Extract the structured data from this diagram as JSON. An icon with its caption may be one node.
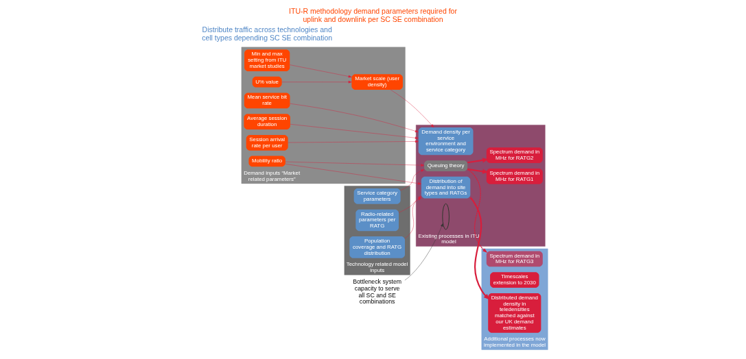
{
  "diagram": {
    "title": "ITU-R methodology demand parameters required for uplink and downlink per SC SE combination",
    "nodes": [
      {
        "text": [
          "Demand inputs “Market related parameters”"
        ]
      },
      {
        "text": [
          "Min and max setting from ITU market studies"
        ],
        "in": 0
      },
      {
        "text": [
          "Market scale (user density)"
        ],
        "in": 0
      },
      {
        "text": [
          "U% value"
        ],
        "in": 0
      },
      {
        "text": [
          "Session arrival rate per user"
        ],
        "in": 0
      },
      {
        "text": [
          "Mean service bit rate"
        ],
        "in": 0
      },
      {
        "text": [
          "Average session duration"
        ],
        "in": 0
      },
      {
        "text": [
          "Mobility ratio"
        ],
        "in": 0
      },
      {
        "text": [
          "Technology related model inputs"
        ]
      },
      {
        "text": [
          "Radio-related parameters per RATG"
        ],
        "in": 8
      },
      {
        "text": [
          "Population coverage and RATG distribution"
        ],
        "in": 8
      },
      {
        "text": [
          "Service category parameters"
        ],
        "in": 8
      },
      {
        "text": [
          "Existing processes in ITU model"
        ]
      },
      {
        "text": [
          "Demand density per service environment and service category"
        ],
        "in": 12
      },
      {
        "text": [
          "Distribution of demand into site types and RATGs"
        ],
        "in": 12
      },
      {
        "text": [
          "Queuing theory"
        ],
        "in": 12
      },
      {
        "text": [
          "Spectrum demand in MHz for RATG1"
        ],
        "in": 12
      },
      {
        "text": [
          "Spectrum demand in MHz for RATG2"
        ],
        "in": 12
      },
      {
        "text": [
          "Additional processes now implemented in the model"
        ]
      },
      {
        "text": [
          "Distributed demand density in teledensities matched against our UK demand estimates"
        ],
        "in": 18
      },
      {
        "text": [
          "Timescales extension to 2030"
        ],
        "in": 18
      },
      {
        "text": [
          "Spectrum demand in MHz for RATG3"
        ],
        "in": 18
      },
      {
        "text": [
          "Bottleneck system capacity to serve all SC and SE combinations"
        ]
      },
      {
        "text": [],
        "shape": "ellipse",
        "in": 12
      }
    ],
    "edges": [
      {
        "from": 1,
        "to": 2,
        "arrow": "to"
      },
      {
        "from": 3,
        "to": 2,
        "arrow": "to"
      },
      {
        "from": 2,
        "to": 13,
        "arrow": "to"
      },
      {
        "from": 4,
        "to": 13,
        "arrow": "to"
      },
      {
        "from": 5,
        "to": 13,
        "arrow": "to"
      },
      {
        "from": 6,
        "to": 13,
        "arrow": "to"
      },
      {
        "from": 7,
        "to": 14,
        "arrow": "to"
      },
      {
        "from": 7,
        "to": 15,
        "arrow": "to"
      },
      {
        "from": 9,
        "to": 14,
        "arrow": "to"
      },
      {
        "from": 10,
        "to": 14,
        "arrow": "to"
      },
      {
        "from": 11,
        "to": 15,
        "arrow": "to"
      },
      {
        "from": 14,
        "to": 19,
        "arrow": "to",
        "style": "thick"
      },
      {
        "from": 15,
        "to": 16,
        "arrow": "to",
        "style": "thick"
      },
      {
        "from": 15,
        "to": 17,
        "arrow": "to",
        "style": "thick"
      },
      {
        "from": 15,
        "to": 21,
        "arrow": "to",
        "style": "dashed"
      },
      {
        "from": 22,
        "to": 23,
        "arrow": "to",
        "color": "#333333"
      }
    ],
    "labels": [
      "Distribute traffic across technologies and cell types depending SC SE combination"
    ]
  }
}
